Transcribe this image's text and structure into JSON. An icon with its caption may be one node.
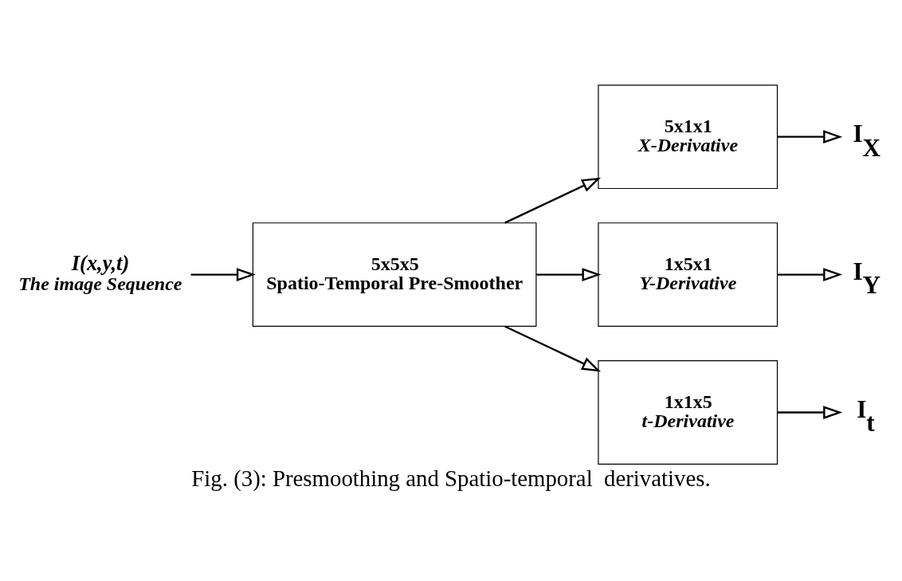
{
  "diagram": {
    "caption": "Fig. (3): Presmoothing and Spatio-temporal  derivatives.",
    "nodes": [
      {
        "text": [
          "I(x,y,t)"
        ],
        "beside": [
          "The image Sequence"
        ]
      },
      {
        "text": [
          "5x5x5",
          "Spatio-Temporal Pre-Smoother"
        ]
      },
      {
        "text": [
          "5x1x1",
          "X-Derivative"
        ]
      },
      {
        "text": [
          "1x5x1",
          "Y-Derivative"
        ]
      },
      {
        "text": [
          "1x1x5",
          "t-Derivative"
        ]
      },
      {
        "text": [
          "I$_{X}$"
        ]
      },
      {
        "text": [
          "I$_{Y}$"
        ]
      },
      {
        "text": [
          "I$_{t}$"
        ]
      }
    ],
    "edges": [
      {
        "from": 0,
        "to": 1,
        "arrow": "to"
      },
      {
        "from": 1,
        "to": 2,
        "arrow": "to"
      },
      {
        "from": 1,
        "to": 3,
        "arrow": "to"
      },
      {
        "from": 1,
        "to": 4,
        "arrow": "to"
      },
      {
        "from": 2,
        "to": 5,
        "arrow": "to"
      },
      {
        "from": 3,
        "to": 6,
        "arrow": "to"
      },
      {
        "from": 4,
        "to": 7,
        "arrow": "to"
      }
    ]
  }
}
